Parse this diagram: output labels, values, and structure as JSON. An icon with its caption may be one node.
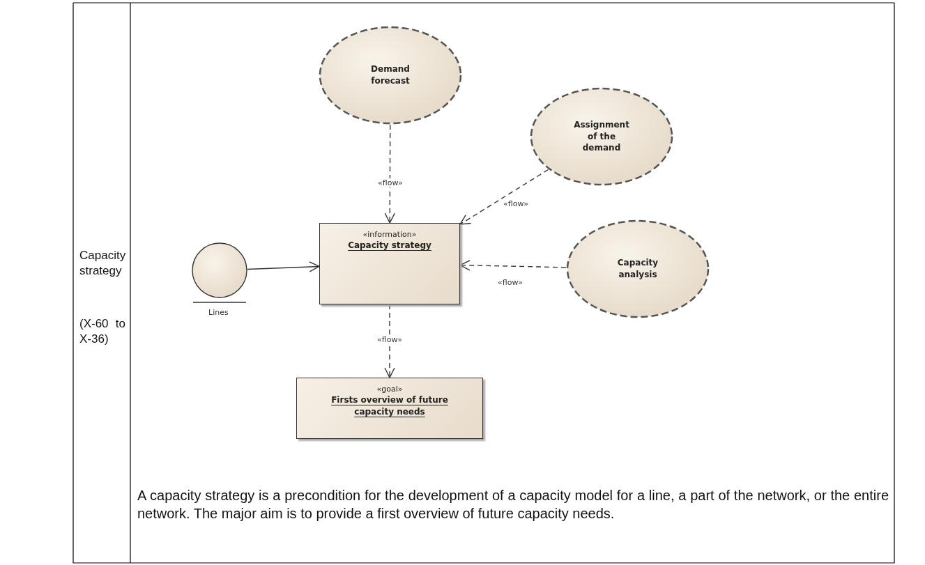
{
  "diagram": {
    "nodes": [
      {
        "text": [
          "Demand forecast"
        ]
      },
      {
        "text": [
          "Assignment of the demand"
        ]
      },
      {
        "text": [],
        "shape": "circle",
        "beside": [
          "Lines"
        ]
      },
      {
        "text": [
          "«information»",
          "Capacity strategy"
        ]
      },
      {
        "text": [
          "Capacity analysis"
        ]
      },
      {
        "text": [
          "«goal»",
          "Firsts overview of future capacity needs"
        ]
      }
    ],
    "edges": [
      {
        "from": 0,
        "to": 3,
        "arrow": "to",
        "label": "«flow»",
        "style": "dashed"
      },
      {
        "from": 1,
        "to": 3,
        "arrow": "to",
        "label": "«flow»",
        "style": "dashed"
      },
      {
        "from": 2,
        "to": 3,
        "arrow": "to"
      },
      {
        "from": 4,
        "to": 3,
        "arrow": "to",
        "label": "«flow»",
        "style": "dashed"
      },
      {
        "from": 3,
        "to": 5,
        "arrow": "to",
        "label": "«flow»",
        "style": "dashed"
      }
    ],
    "labels": [
      "Capacity strategy",
      "(X-60 to X-36)",
      "A capacity strategy is a precondition for the development of a capacity model for a line, a part of the network, or the entire network. The major aim is to provide a first overview of future capacity needs."
    ]
  }
}
